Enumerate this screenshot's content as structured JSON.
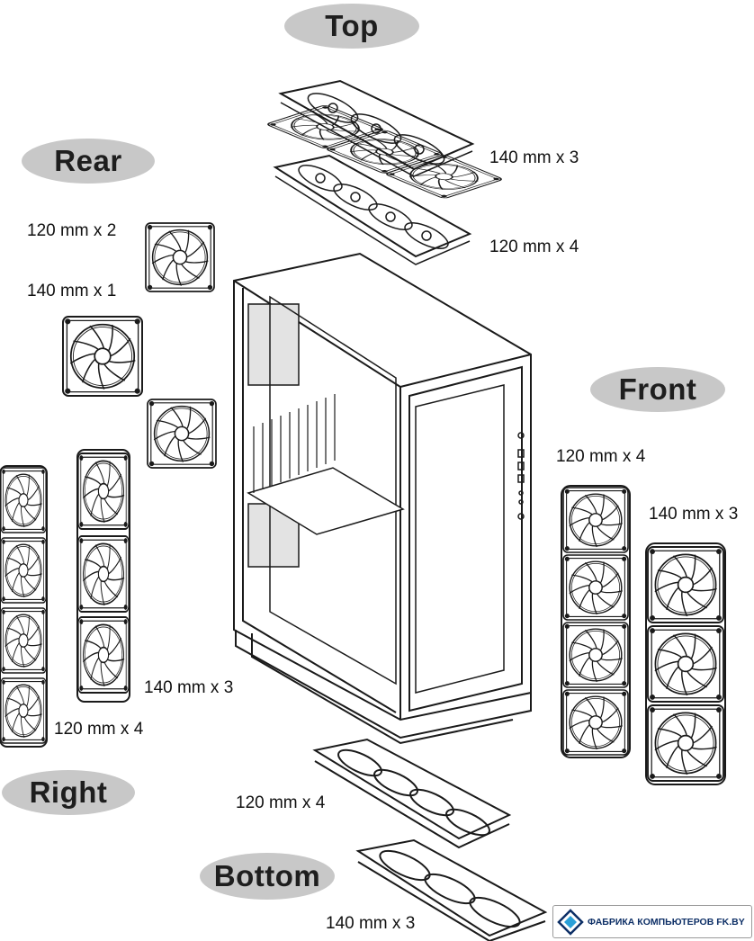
{
  "sections": {
    "top": {
      "title": "Top",
      "fans": [
        {
          "label": "140 mm x 3"
        },
        {
          "label": "120 mm x 4"
        }
      ]
    },
    "rear": {
      "title": "Rear",
      "fans": [
        {
          "label": "120 mm x 2"
        },
        {
          "label": "140 mm x 1"
        }
      ]
    },
    "front": {
      "title": "Front",
      "fans": [
        {
          "label": "120 mm x 4"
        },
        {
          "label": "140 mm x 3"
        }
      ]
    },
    "right": {
      "title": "Right",
      "fans": [
        {
          "label": "140 mm x 3"
        },
        {
          "label": "120 mm x 4"
        }
      ]
    },
    "bottom": {
      "title": "Bottom",
      "fans": [
        {
          "label": "120 mm x 4"
        },
        {
          "label": "140 mm x 3"
        }
      ]
    }
  },
  "watermark": {
    "text": "ФАБРИКА КОМПЬЮТЕРОВ FK.BY",
    "icon": "fk-diamond-logo-icon"
  },
  "colors": {
    "pill": "#c8c8c8",
    "line": "#1a1a1a",
    "watermark_text": "#0d2f66"
  }
}
